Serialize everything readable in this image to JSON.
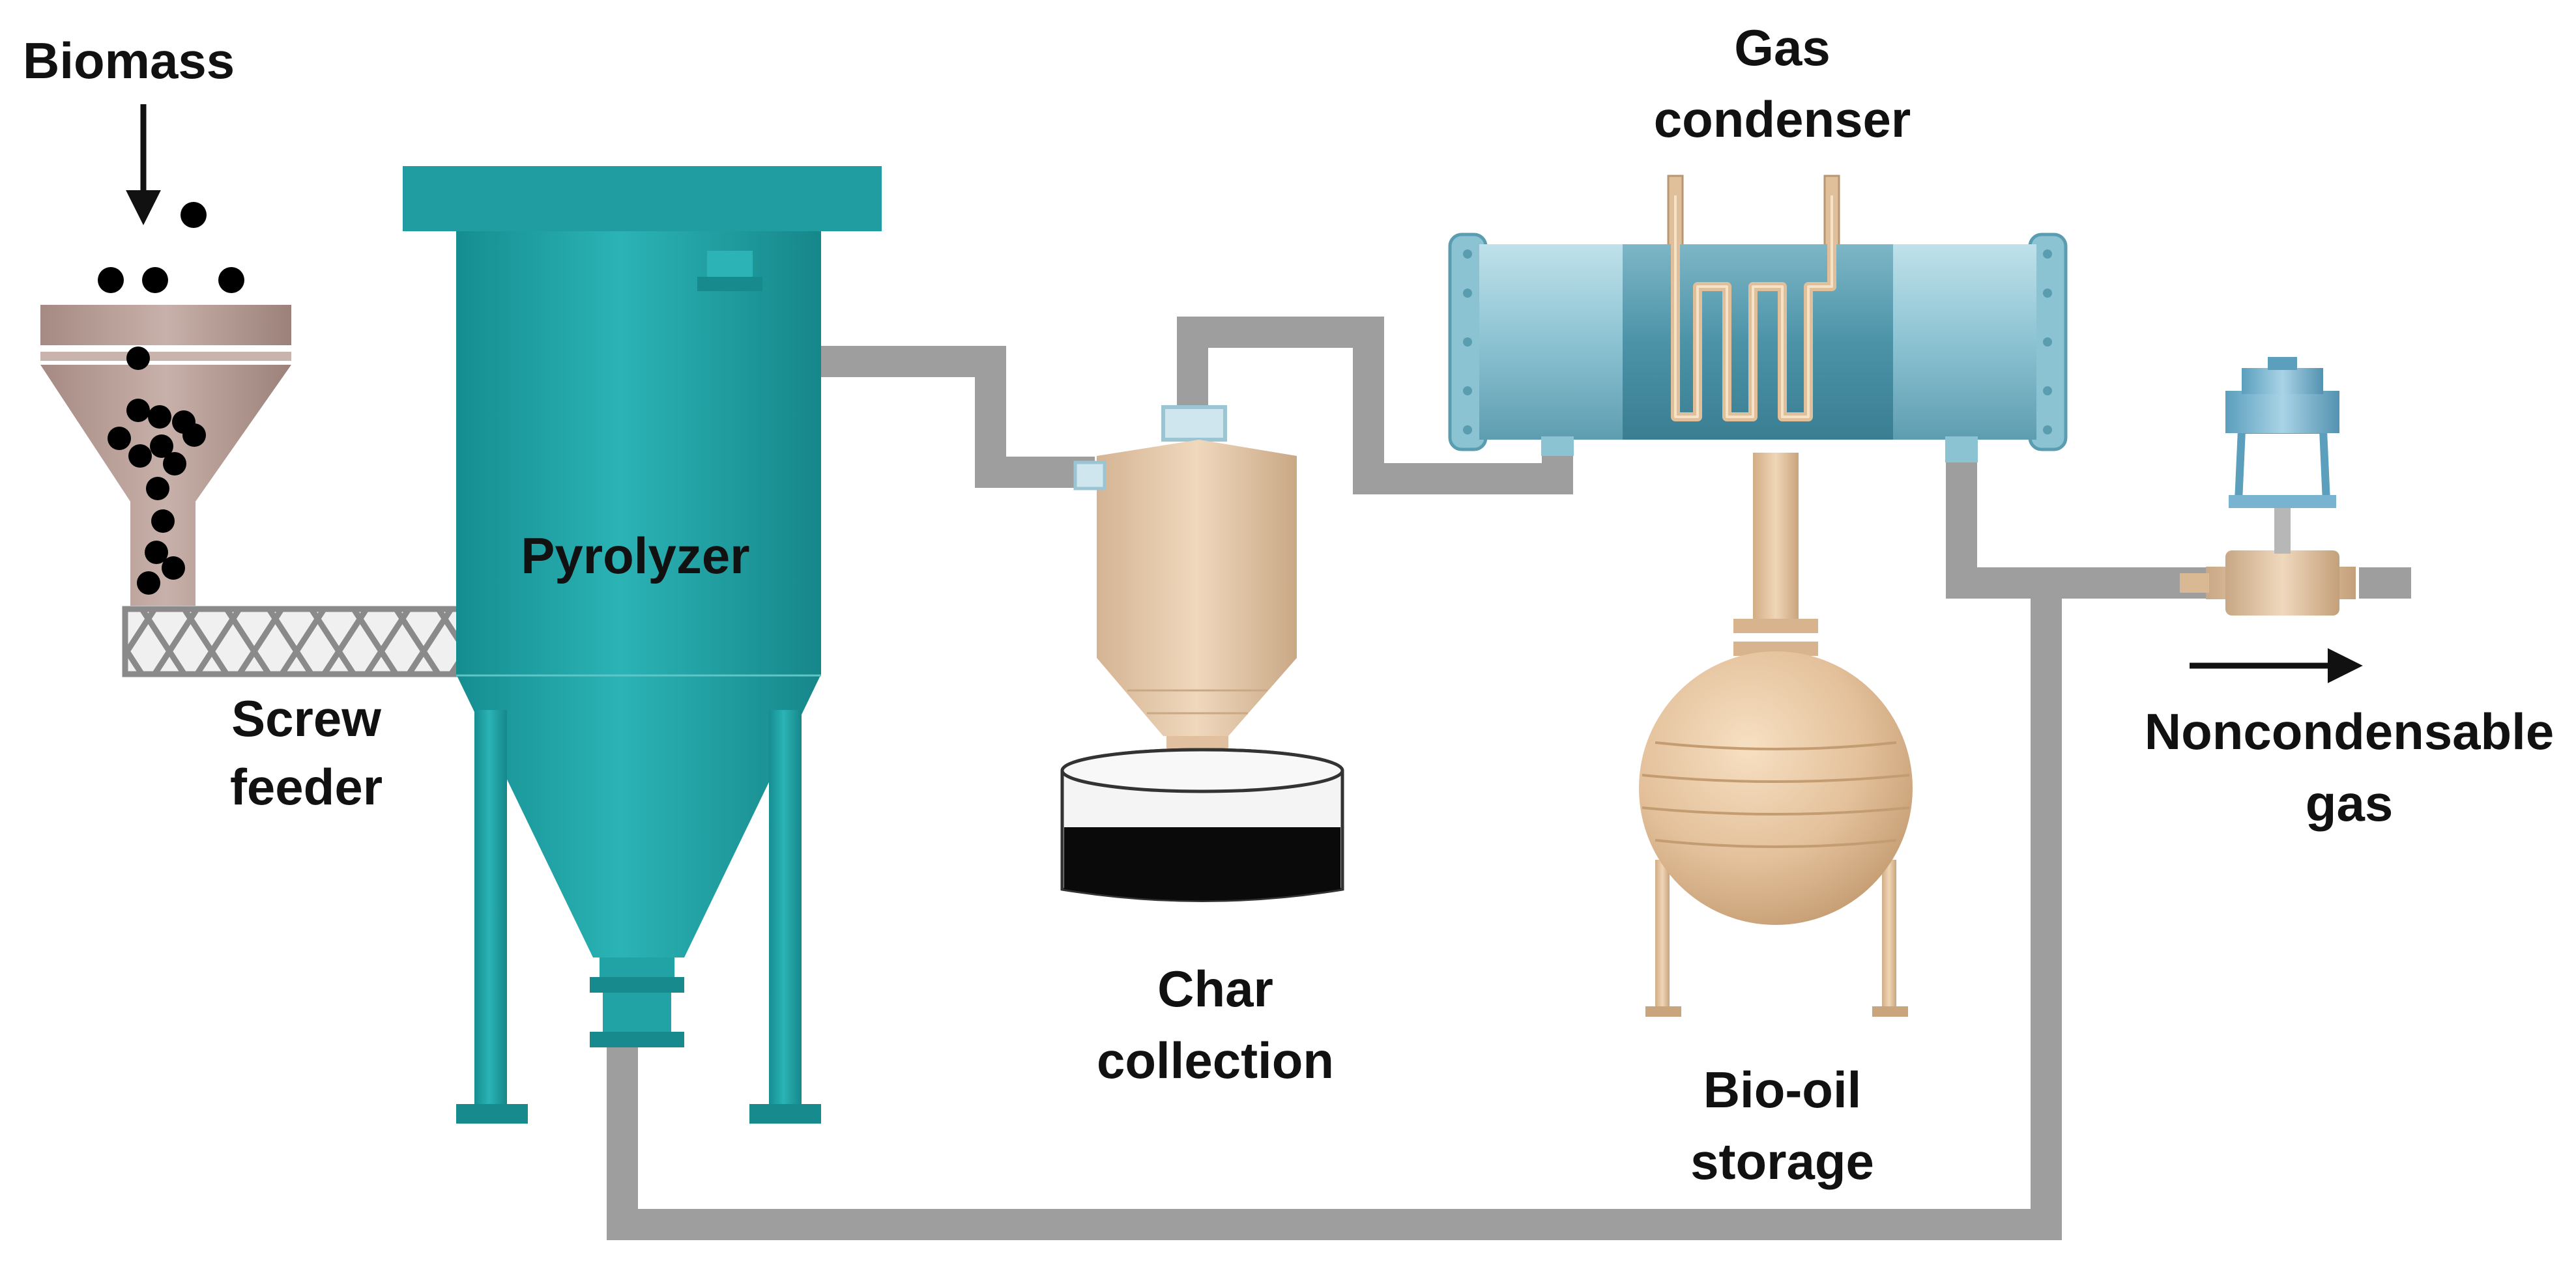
{
  "labels": {
    "biomass": "Biomass",
    "screw_feeder_line1": "Screw",
    "screw_feeder_line2": "feeder",
    "pyrolyzer": "Pyrolyzer",
    "gas_condenser_line1": "Gas",
    "gas_condenser_line2": "condenser",
    "char_collection_line1": "Char",
    "char_collection_line2": "collection",
    "bio_oil_line1": "Bio-oil",
    "bio_oil_line2": "storage",
    "noncondensable_line1": "Noncondensable",
    "noncondensable_line2": "gas"
  },
  "colors": {
    "pyrolyzer": "#21a3a6",
    "pyrolyzer_dark": "#167f82",
    "pipe": "#9e9e9e",
    "hopper": "#b79e97",
    "hopper_dark": "#8f7a74",
    "cyclone": "#e3c6a6",
    "cyclone_dark": "#c9a885",
    "condenser": "#8fc6d6",
    "condenser_dark": "#5aa0b4",
    "coil": "#e0c09a",
    "tank": "#e5c39c",
    "valve": "#78b4d0",
    "char": "#0a0a0a",
    "text": "#111111"
  }
}
